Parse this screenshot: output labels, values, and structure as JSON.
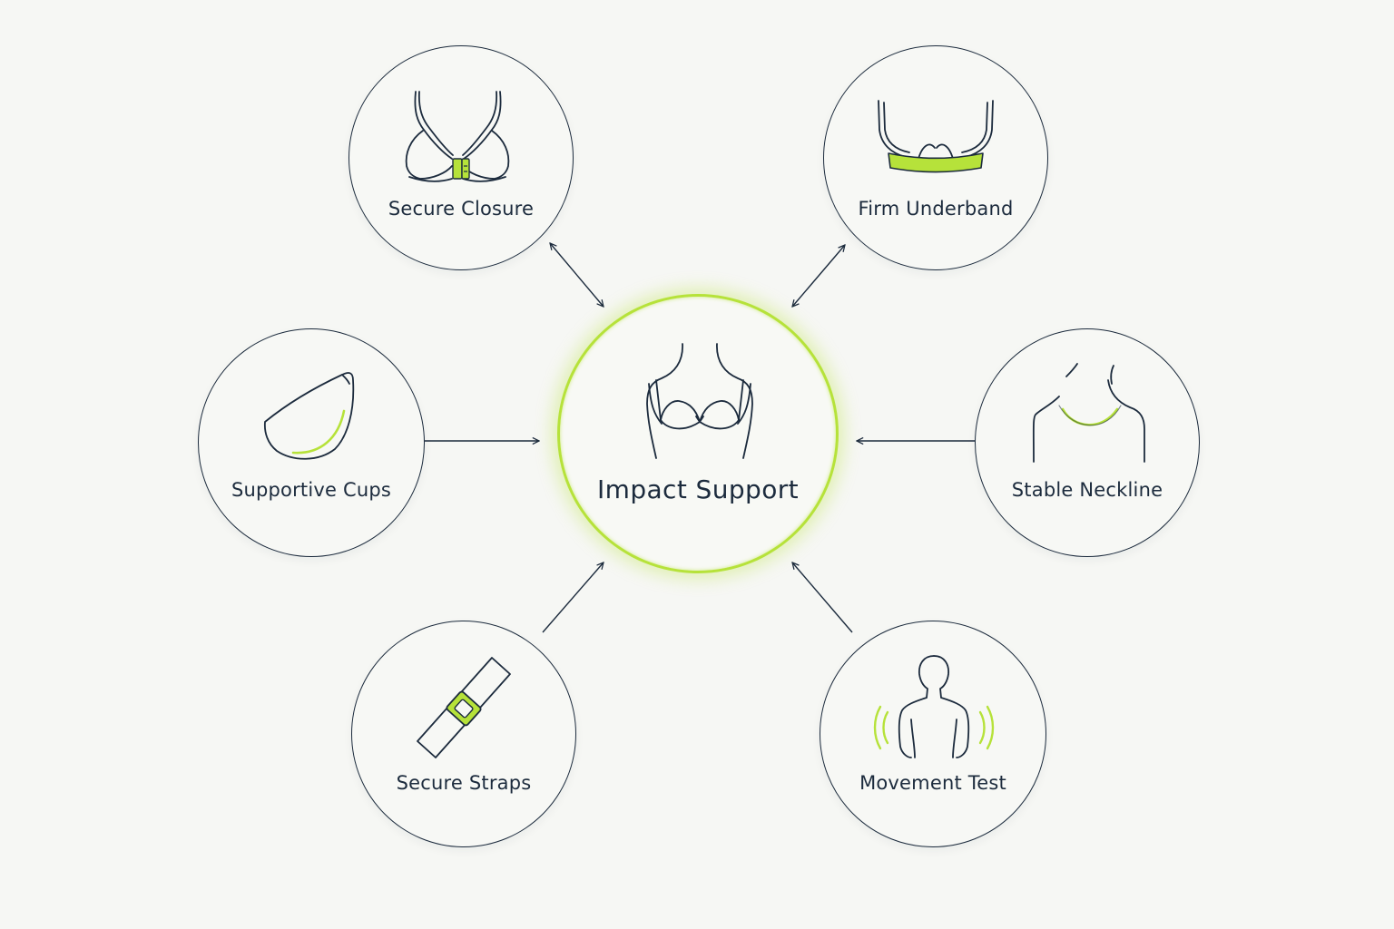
{
  "diagram": {
    "hub": {
      "label": "Impact Support",
      "icon": "torso-bra-icon"
    },
    "satellites": [
      {
        "id": "secure-closure",
        "label": "Secure Closure",
        "icon": "bra-clasp-icon",
        "arrow": "bidirectional"
      },
      {
        "id": "firm-underband",
        "label": "Firm Underband",
        "icon": "underband-icon",
        "arrow": "bidirectional"
      },
      {
        "id": "supportive-cups",
        "label": "Supportive Cups",
        "icon": "cup-icon",
        "arrow": "to-hub"
      },
      {
        "id": "stable-neckline",
        "label": "Stable Neckline",
        "icon": "neckline-icon",
        "arrow": "to-hub"
      },
      {
        "id": "secure-straps",
        "label": "Secure Straps",
        "icon": "strap-buckle-icon",
        "arrow": "to-hub"
      },
      {
        "id": "movement-test",
        "label": "Movement Test",
        "icon": "person-motion-icon",
        "arrow": "to-hub"
      }
    ]
  },
  "colors": {
    "ink": "#1c2b3d",
    "accent": "#b6e23a",
    "background": "#f6f7f4"
  }
}
